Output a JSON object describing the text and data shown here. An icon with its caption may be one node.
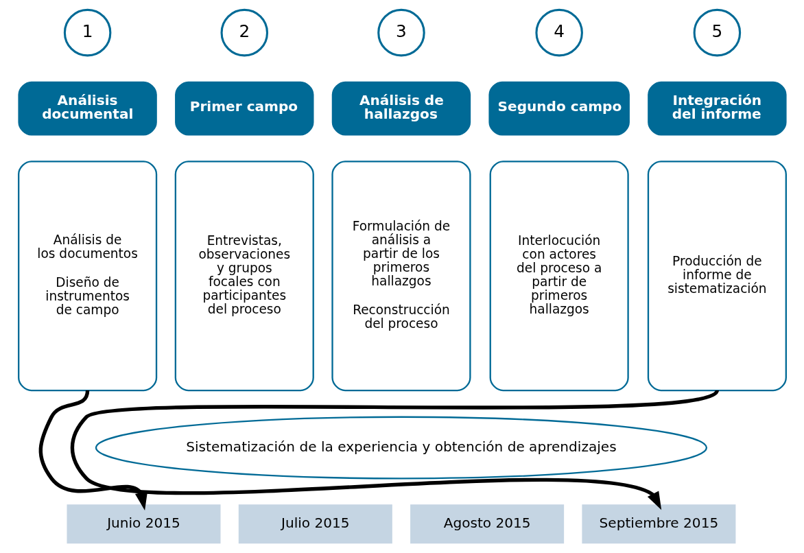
{
  "diagram": {
    "nodes": [
      {
        "text": [
          "1"
        ]
      },
      {
        "text": [
          "Análisis documental"
        ]
      },
      {
        "text": [
          "Análisis de los documentos",
          "Diseño de instrumentos de campo"
        ]
      },
      {
        "text": [
          "2"
        ]
      },
      {
        "text": [
          "Primer campo"
        ]
      },
      {
        "text": [
          "Entrevistas, observaciones y grupos focales con participantes del proceso"
        ]
      },
      {
        "text": [
          "3"
        ]
      },
      {
        "text": [
          "Análisis de hallazgos"
        ]
      },
      {
        "text": [
          "Formulación de análisis a partir de los primeros hallazgos",
          "Reconstrucción del proceso"
        ]
      },
      {
        "text": [
          "4"
        ]
      },
      {
        "text": [
          "Segundo campo"
        ]
      },
      {
        "text": [
          "Interlocución con actores del proceso a partir de primeros hallazgos"
        ]
      },
      {
        "text": [
          "5"
        ]
      },
      {
        "text": [
          "Integración del informe"
        ]
      },
      {
        "text": [
          "Producción de informe de sistematización"
        ]
      },
      {
        "text": [
          "Sistematización de la experiencia y obtención de aprendizajes"
        ]
      },
      {
        "text": [
          "Junio 2015"
        ]
      },
      {
        "text": [
          "Julio 2015"
        ]
      },
      {
        "text": [
          "Agosto 2015"
        ]
      },
      {
        "text": [
          "Septiembre 2015"
        ]
      }
    ],
    "edges": [
      {
        "from": 2,
        "to": 16,
        "arrow": "to"
      },
      {
        "from": 14,
        "to": 19,
        "arrow": "to"
      }
    ]
  }
}
